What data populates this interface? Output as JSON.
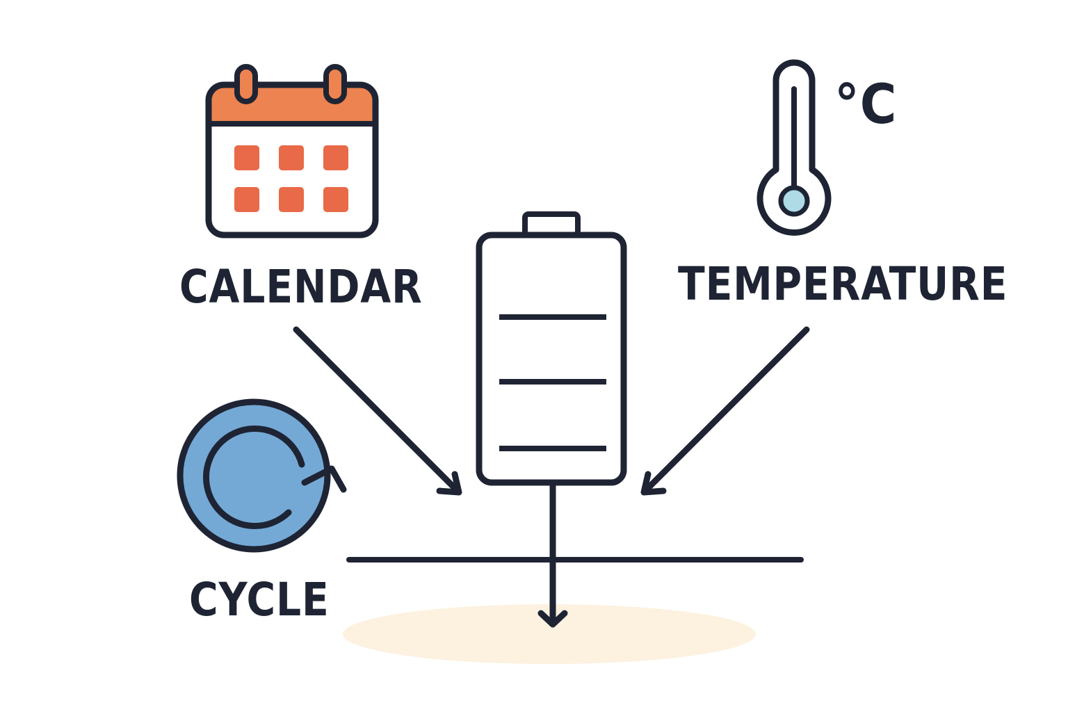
{
  "labels": {
    "calendar": "CALENDAR",
    "temperature": "TEMPERATURE",
    "cycle": "CYCLE",
    "temperature_unit": "°C"
  },
  "icons": {
    "calendar": "calendar-icon",
    "thermometer": "thermometer-icon",
    "cycle": "cycle-icon",
    "battery": "battery-icon"
  },
  "colors": {
    "stroke": "#1e2433",
    "calendar_accent": "#ec8350",
    "calendar_cells": "#e96a48",
    "cycle_fill": "#74a9d6",
    "thermometer_bulb": "#aedbe6",
    "ground_shadow": "#fdf1e0",
    "background": "#ffffff"
  }
}
